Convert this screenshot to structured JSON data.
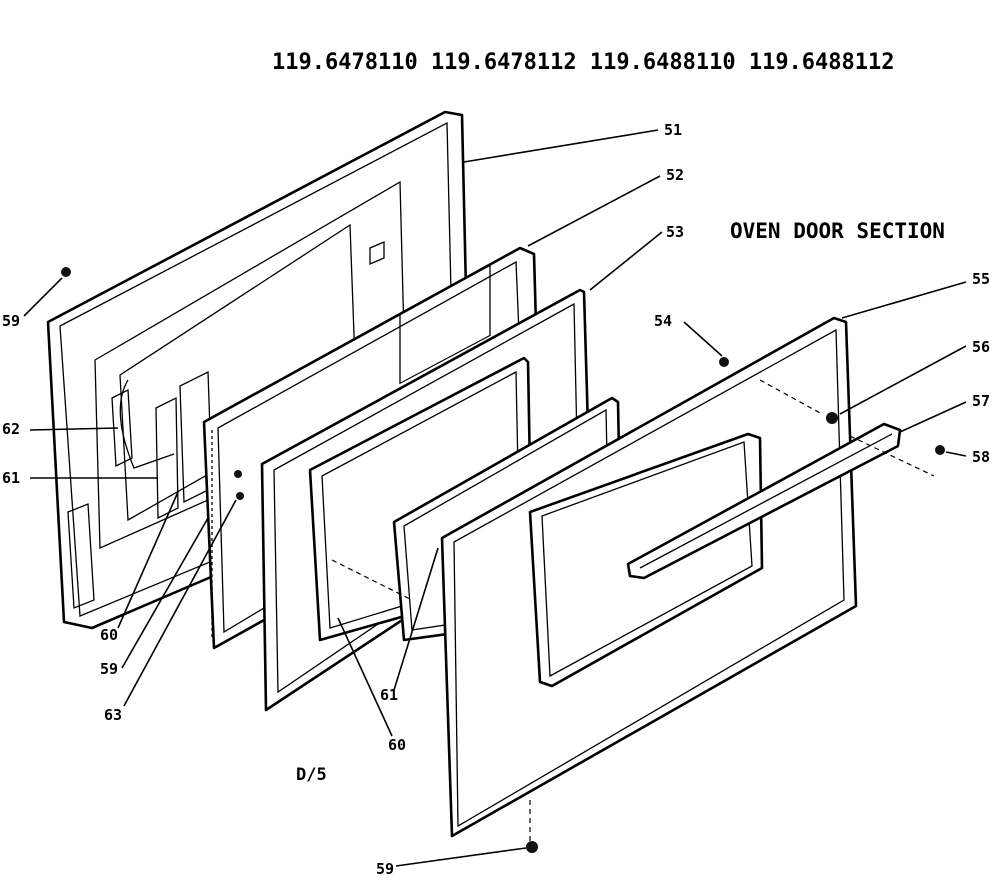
{
  "header": {
    "model_numbers": "119.6478110 119.6478112 119.6488110 119.6488112"
  },
  "section_title": "OVEN DOOR SECTION",
  "diagram_code": "D/5",
  "callouts": [
    "51",
    "52",
    "53",
    "54",
    "55",
    "56",
    "57",
    "58",
    "59",
    "59",
    "59",
    "60",
    "60",
    "61",
    "61",
    "62",
    "63"
  ]
}
